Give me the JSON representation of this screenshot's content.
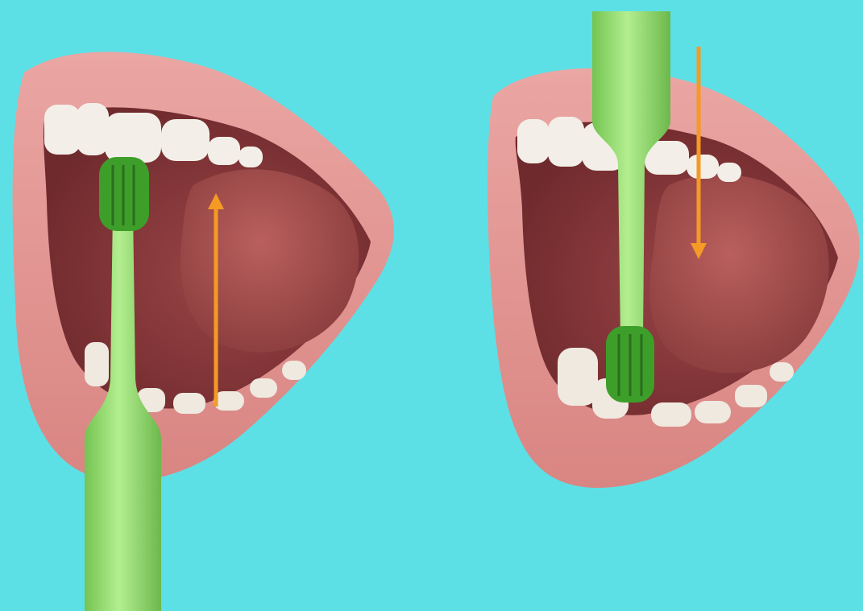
{
  "scene": {
    "background_color": "#5ce0e6",
    "panels": [
      {
        "id": "left",
        "arrow_direction": "up",
        "toothbrush_position": "upper-teeth"
      },
      {
        "id": "right",
        "arrow_direction": "down",
        "toothbrush_position": "lower-teeth"
      }
    ]
  },
  "colors": {
    "lip": "#e59a98",
    "lip_dark": "#c97674",
    "mouth_interior": "#8a3a3c",
    "tongue": "#a85452",
    "teeth": "#f3efe8",
    "toothbrush_handle": "#98e075",
    "toothbrush_bristles": "#3e9e2a",
    "arrow": "#f49a25"
  }
}
